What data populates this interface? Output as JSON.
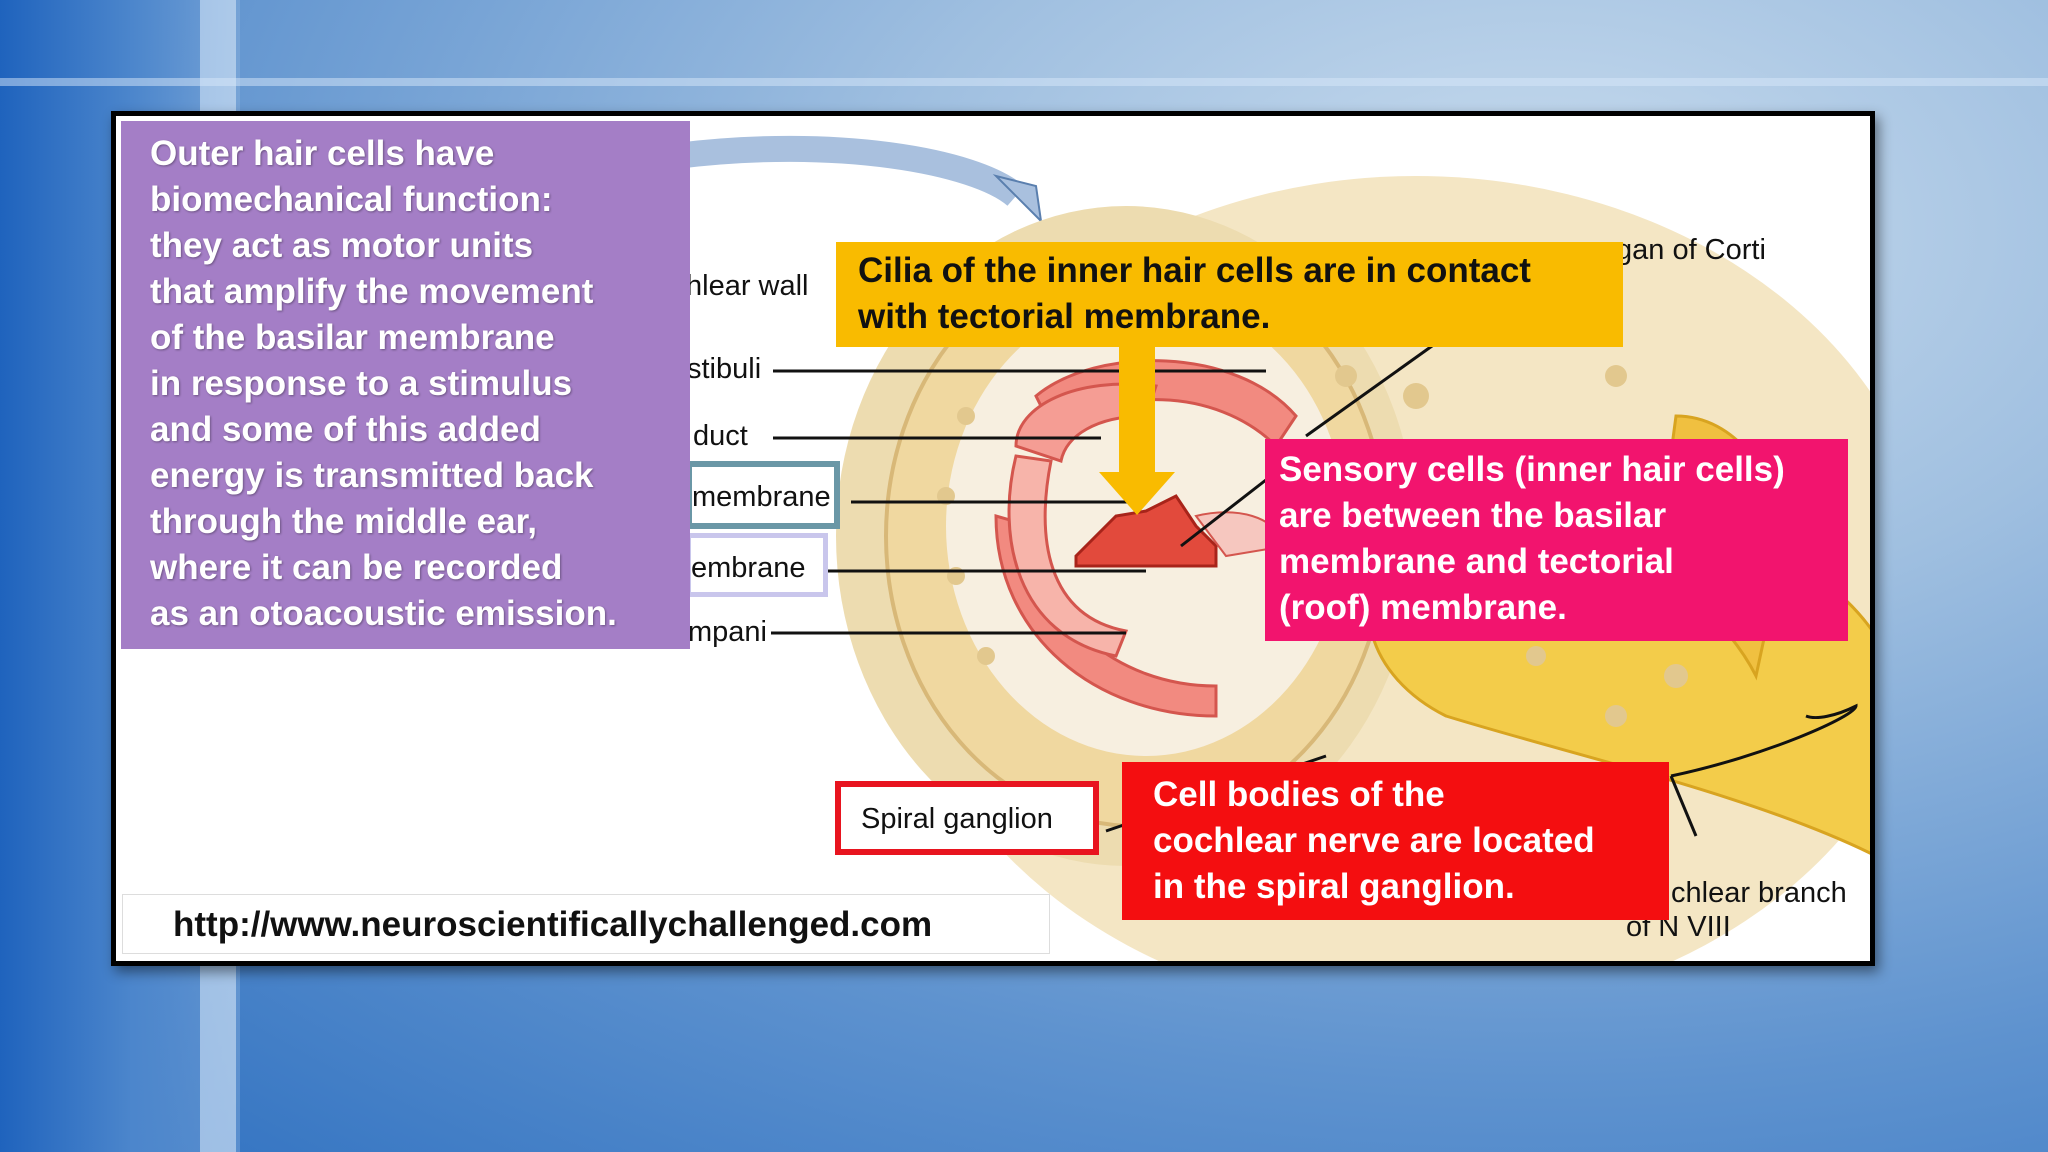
{
  "callouts": {
    "outer_hair_cells": [
      "Outer hair cells have",
      "biomechanical function:",
      "they act as motor units",
      "that amplify the movement",
      "of the basilar membrane",
      "in response to a stimulus",
      "and some of this added",
      "energy is transmitted back",
      "through the middle ear,",
      "where it can be recorded",
      "as an otoacoustic emission."
    ],
    "cilia": [
      "Cilia of the inner hair cells are in contact",
      "with tectorial membrane."
    ],
    "sensory_cells": [
      "Sensory cells (inner hair cells)",
      "are between the basilar",
      "membrane and tectorial",
      "(roof) membrane."
    ],
    "cell_bodies": [
      "Cell bodies of the",
      "cochlear nerve are located",
      "in the spiral ganglion."
    ]
  },
  "diagram_labels": {
    "cochlear_wall": "hlear wall",
    "vestibuli": "stibuli",
    "duct": "duct",
    "basilar_membrane": "membrane",
    "tectorial_membrane": "embrane",
    "tympani": "mpani",
    "organ_of_corti": "gan of Corti",
    "spiral_ganglion": "Spiral ganglion",
    "cochlear_branch_1": "chlear branch",
    "cochlear_branch_2": "of N VIII"
  },
  "source_url": "http://www.neuroscientificallychallenged.com",
  "colors": {
    "purple": "#a47ec6",
    "yellow": "#f9bb00",
    "pink": "#f2146e",
    "red": "#f40e10"
  }
}
